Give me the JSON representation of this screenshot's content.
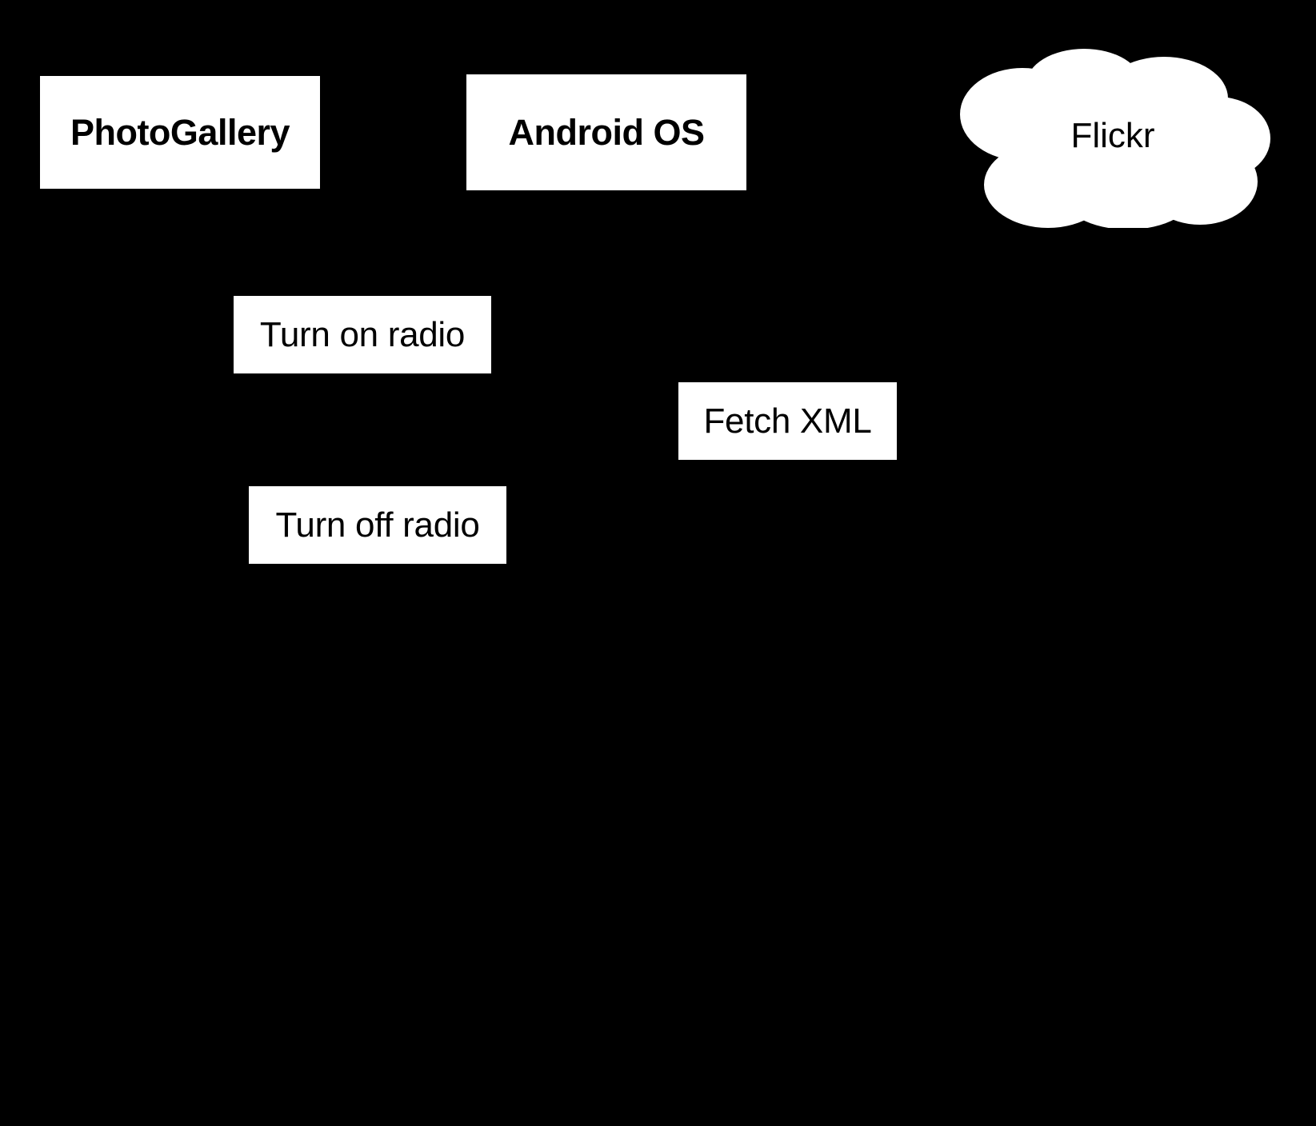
{
  "diagram": {
    "type": "uml-sequence-diagram",
    "background_color": "#000000",
    "shape_fill_color": "#ffffff",
    "text_color": "#000000",
    "participants": [
      {
        "id": "photogallery",
        "label": "PhotoGallery",
        "shape": "rectangle"
      },
      {
        "id": "androidos",
        "label": "Android OS",
        "shape": "rectangle"
      },
      {
        "id": "flickr",
        "label": "Flickr",
        "shape": "cloud"
      }
    ],
    "messages": [
      {
        "id": "turn-on-radio",
        "label": "Turn on radio",
        "from": "photogallery",
        "to": "androidos",
        "direction": "right"
      },
      {
        "id": "fetch-xml",
        "label": "Fetch XML",
        "from": "androidos",
        "to": "flickr",
        "direction": "right"
      },
      {
        "id": "turn-off-radio",
        "label": "Turn off radio",
        "from": "photogallery",
        "to": "androidos",
        "direction": "right"
      }
    ]
  }
}
